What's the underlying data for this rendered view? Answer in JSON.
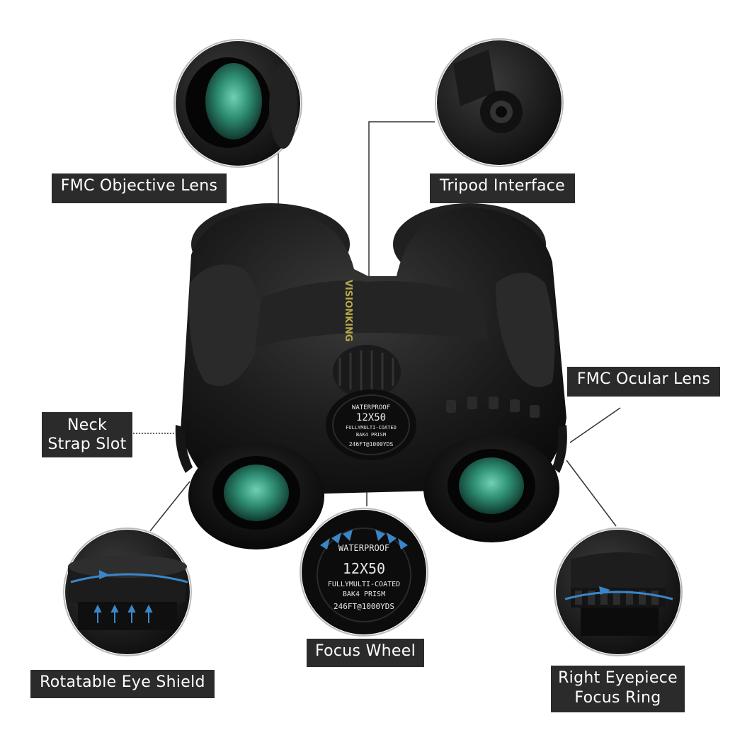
{
  "labels": {
    "objective_lens": "FMC Objective Lens",
    "tripod_interface": "Tripod Interface",
    "ocular_lens": "FMC Ocular Lens",
    "neck_strap_slot": "Neck\nStrap Slot",
    "focus_wheel": "Focus Wheel",
    "eye_shield": "Rotatable Eye Shield",
    "eyepiece_focus_ring": "Right Eyepiece\nFocus Ring"
  },
  "product": {
    "brand": "VISIONKING",
    "waterproof": "WATERPROOF",
    "magnification": "12X50",
    "coating": "FULLYMULTI-COATED",
    "prism": "BAK4 PRISM",
    "field_of_view": "246FT@1000YDS"
  },
  "colors": {
    "label_bg": "#2b2b2b",
    "body": "#1e1e1e",
    "lens_green": "#2f8f74",
    "arrow_blue": "#3a86c8"
  }
}
